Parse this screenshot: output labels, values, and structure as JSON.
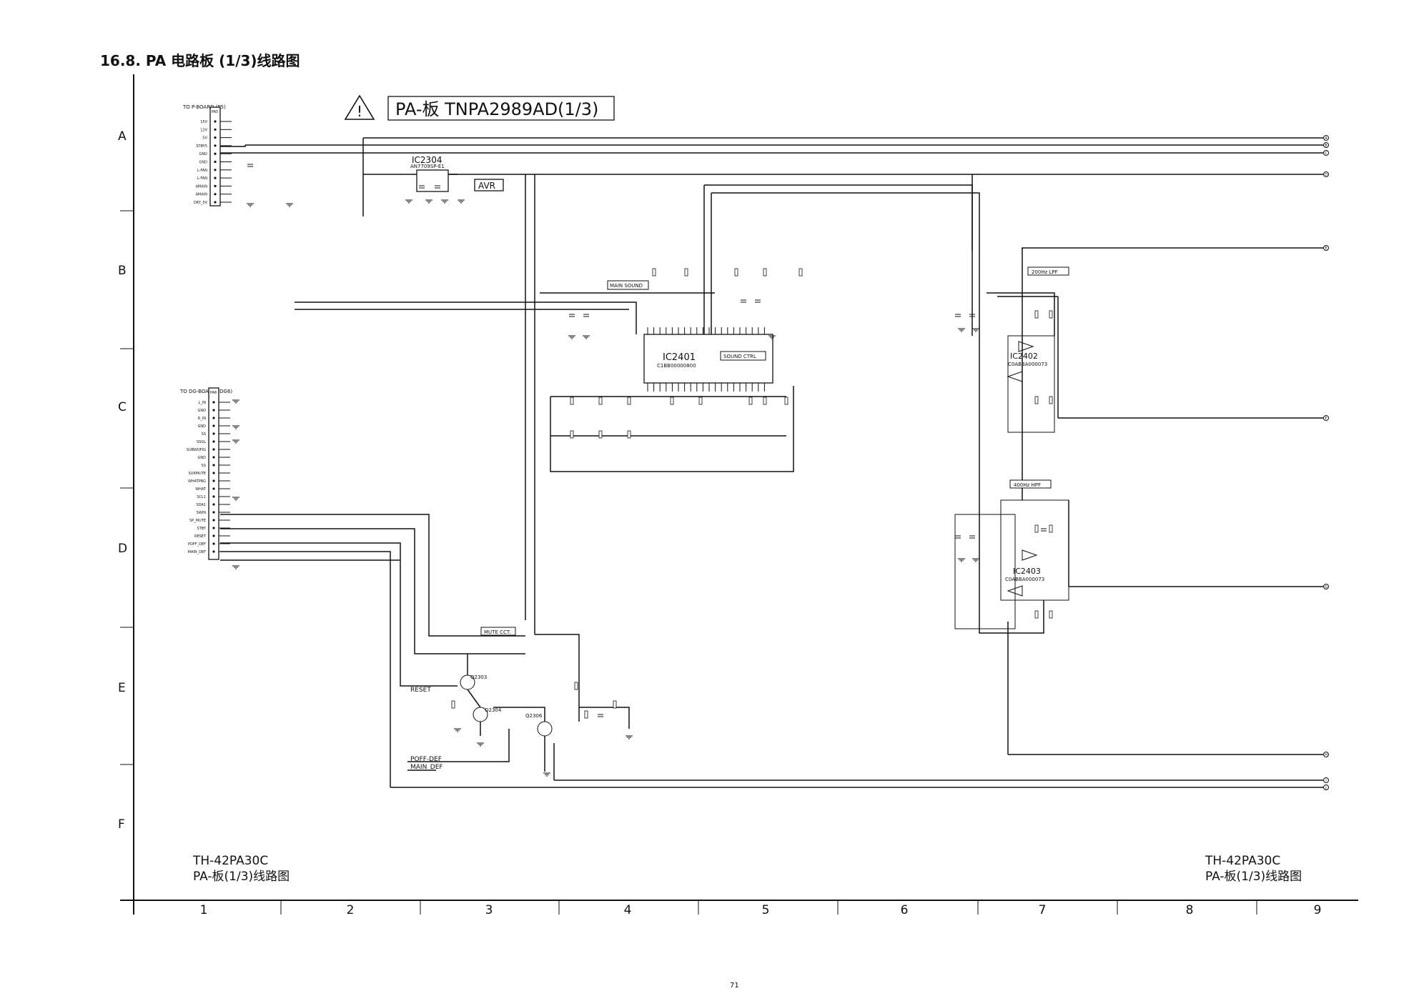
{
  "header": {
    "section_title": "16.8. PA 电路板 (1/3)线路图"
  },
  "board": {
    "title": "PA-板 TNPA2989AD(1/3)",
    "warning_icon": "warning-triangle-icon",
    "warning_mark": "!"
  },
  "grid": {
    "rows": [
      "A",
      "B",
      "C",
      "D",
      "E",
      "F"
    ],
    "columns": [
      "1",
      "2",
      "3",
      "4",
      "5",
      "6",
      "7",
      "8",
      "9"
    ]
  },
  "connectors": {
    "p_board": {
      "title": "TO P-BOARD (P5)",
      "ref": "PA5",
      "pins": [
        "15V",
        "12V",
        "5V",
        "STBY5",
        "GND",
        "GND",
        "L-FAN",
        "L-FAN",
        "AMAIN",
        "AMAIN",
        "DRY_5V"
      ]
    },
    "dg_board": {
      "title": "TO DG-BOARD (DG6)",
      "ref": "PA6",
      "pins": [
        "L_IN",
        "GND",
        "R_IN",
        "GND",
        "SS",
        "SSGL",
        "SUBWOFIG",
        "GND",
        "SS",
        "SURMUTE",
        "WHATPBG",
        "WHAT",
        "SCL1",
        "SDA1",
        "SWIN",
        "SP_MUTE",
        "STBY",
        "RESET",
        "POFF_DEF",
        "MAIN_DEF"
      ]
    }
  },
  "ics": {
    "ic2304": {
      "ref": "IC2304",
      "part": "AN7709SP-E1"
    },
    "ic2401": {
      "ref": "IC2401",
      "part": "C1BB00000800"
    },
    "ic2402": {
      "ref": "IC2402",
      "part": "C0ABBA000073"
    },
    "ic2403": {
      "ref": "IC2403",
      "part": "C0ABBA000073"
    }
  },
  "transistors": [
    {
      "ref": "Q2303"
    },
    {
      "ref": "Q2304"
    },
    {
      "ref": "Q2306"
    }
  ],
  "blocks": {
    "avr": "AVR",
    "main_sound": "MAIN SOUND",
    "sound_ctrl": "SOUND CTRL",
    "lpf": "200Hz LPF",
    "hpf": "400Hz HPF",
    "mute": "MUTE CCT."
  },
  "signals": {
    "reset": "RESET",
    "poff_def": "POFF-DEF",
    "main_def": "MAIN_DEF"
  },
  "off_page": [
    "A",
    "B",
    "C",
    "D",
    "E",
    "F",
    "G",
    "H",
    "I",
    "J",
    "K"
  ],
  "footer": {
    "model_left": "TH-42PA30C",
    "caption_left": "PA-板(1/3)线路图",
    "model_right": "TH-42PA30C",
    "caption_right": "PA-板(1/3)线路图",
    "page_number": "71"
  }
}
